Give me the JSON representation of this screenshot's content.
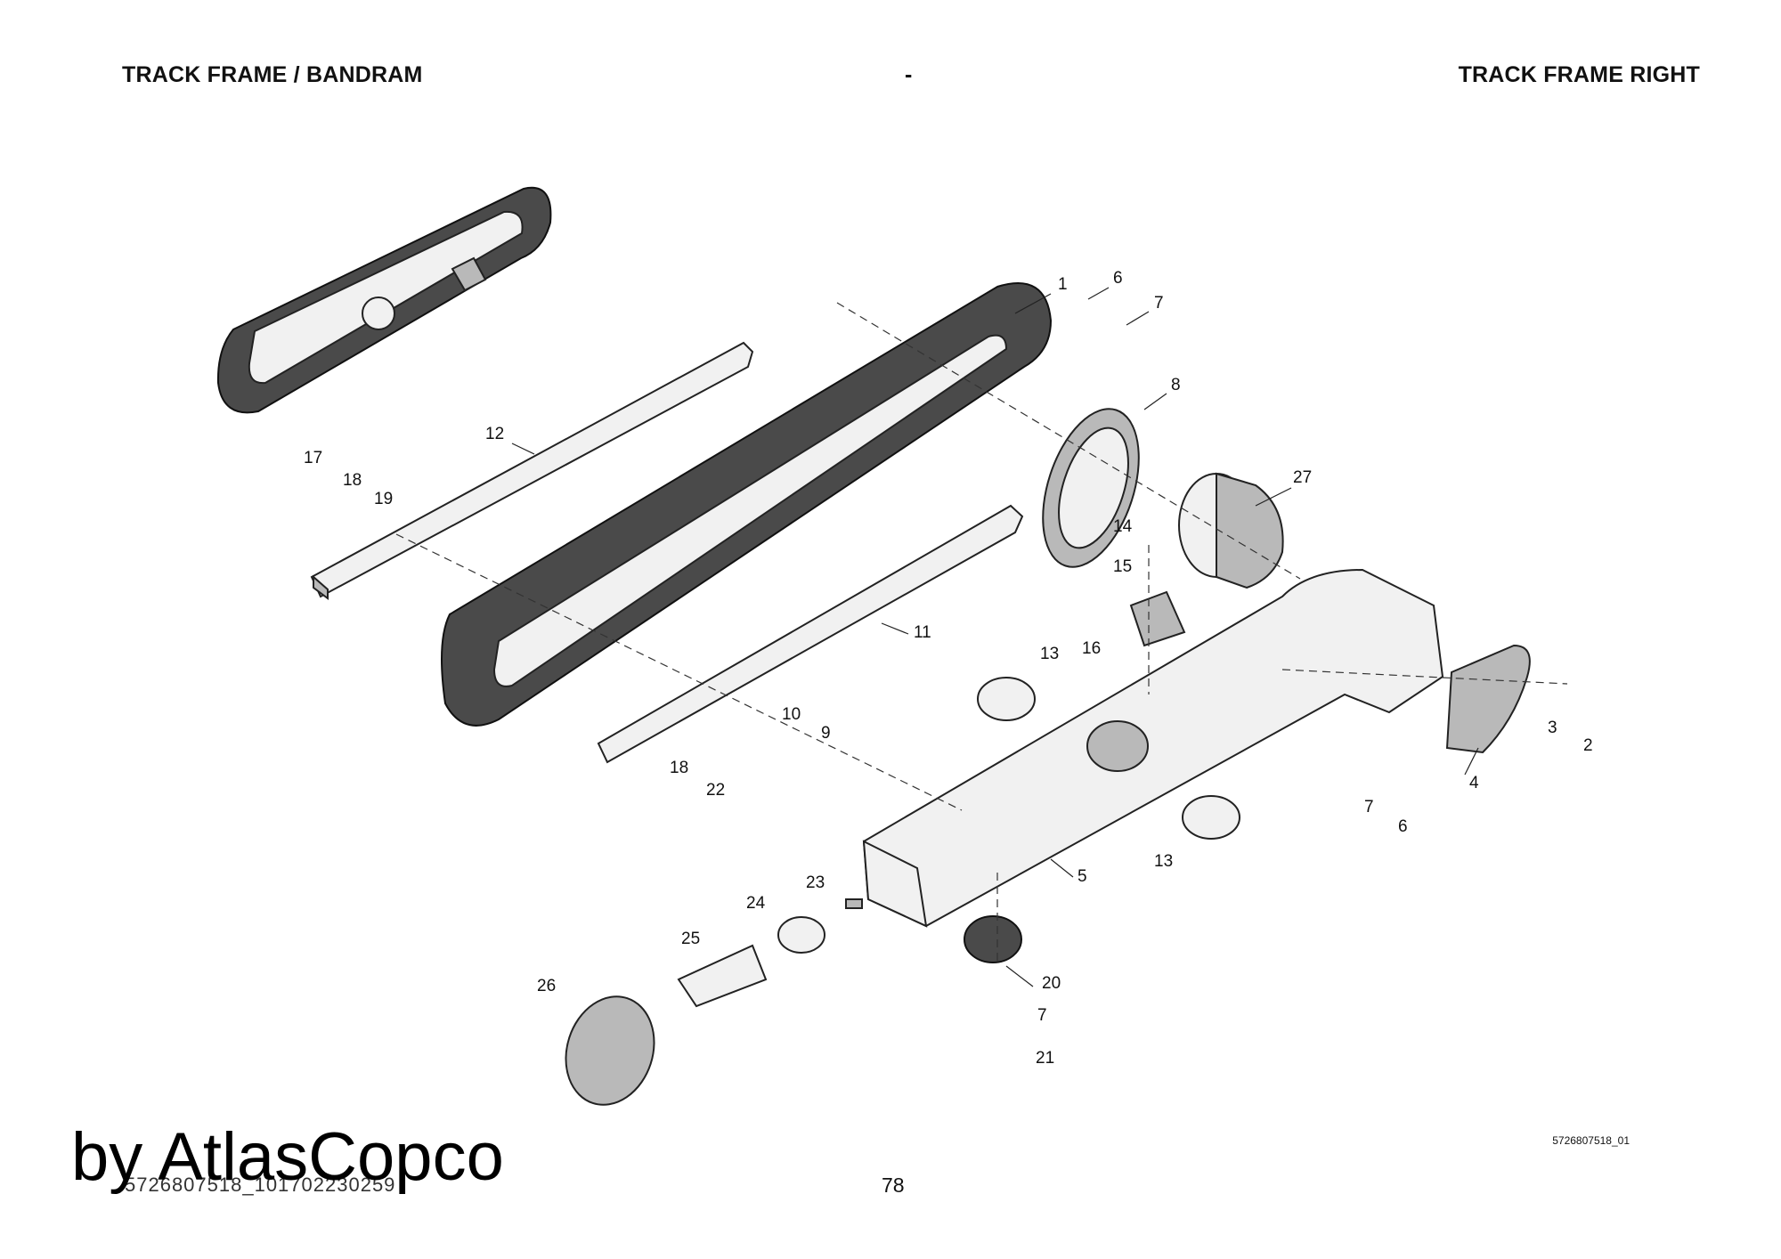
{
  "header": {
    "left_title": "TRACK FRAME / BANDRAM",
    "center_mark": "-",
    "right_title": "TRACK FRAME RIGHT"
  },
  "callouts": [
    "1",
    "6",
    "7",
    "8",
    "12",
    "17",
    "18",
    "19",
    "27",
    "14",
    "15",
    "16",
    "13",
    "11",
    "10",
    "9",
    "18",
    "22",
    "3",
    "2",
    "4",
    "7",
    "6",
    "13",
    "5",
    "23",
    "24",
    "25",
    "26",
    "20",
    "7",
    "21"
  ],
  "drawing_code": "5726807518_01",
  "page_number": "78",
  "doc_id": "5726807518_101702230259",
  "watermark": "by AtlasCopco",
  "colors": {
    "ink": "#111111",
    "track": "#3c3c3c",
    "frame": "#f1f1f1"
  }
}
